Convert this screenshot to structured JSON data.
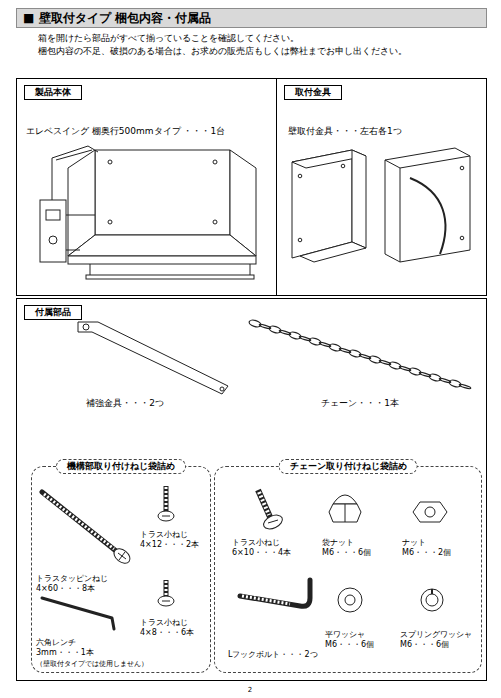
{
  "diagram": {
    "title": "■ 壁取付タイプ 梱包内容・付属品",
    "nodes": [
      {
        "text": [
          "製品本体"
        ]
      },
      {
        "text": [
          "取付金具"
        ]
      },
      {
        "text": [
          "付属部品"
        ]
      },
      {
        "text": [
          "機構部取り付けねじ袋詰め"
        ],
        "in": 2
      },
      {
        "text": [
          "チェーン取り付けねじ袋詰め"
        ],
        "in": 2
      }
    ],
    "labels": [
      "箱を開けたら部品がすべて揃っていることを確認してください。",
      "梱包内容の不足、破損のある場合は、お求めの販売店もしくは弊社までお申し出ください。",
      "エレベスイング 棚奥行500mmタイプ ・・・1台",
      "壁取付金具・・・左右各1つ",
      "補強金具・・・2つ",
      "チェーン・・・1本",
      "トラスタッピンねじ 4×60・・・8本",
      "トラス小ねじ 4×12・・・2本",
      "六角レンチ 3mm・・・1本",
      "（壁取付タイプでは使用しません）",
      "トラス小ねじ 4×8・・・6本",
      "トラス小ねじ 6×10・・・4本",
      "袋ナット M6・・・6個",
      "ナット M6・・・2個",
      "Lフックボルト・・・2つ",
      "平ワッシャ M6・・・6個",
      "スプリングワッシャ M6・・・6個",
      "2"
    ]
  }
}
